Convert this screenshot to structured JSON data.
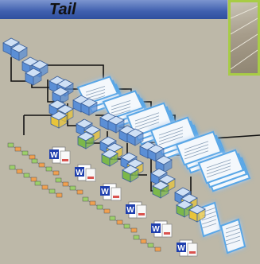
{
  "header": {
    "title": "Tail"
  },
  "icons": {
    "folder": "folder-icon",
    "document": "document-icon",
    "word": "word-document-icon",
    "node": "small-node-icon",
    "photo": "field-photo"
  },
  "badges": {
    "word_letter": "W"
  },
  "colors": {
    "background": "#bdb8a8",
    "title_bar": "#3f5fae",
    "photo_border": "#a8cc45",
    "connector": "#111111",
    "folder_blue": "#5b8fd6",
    "folder_yellow": "#e8c43a",
    "folder_green": "#7cb84a",
    "doc_glow": "#5aa7e6"
  }
}
